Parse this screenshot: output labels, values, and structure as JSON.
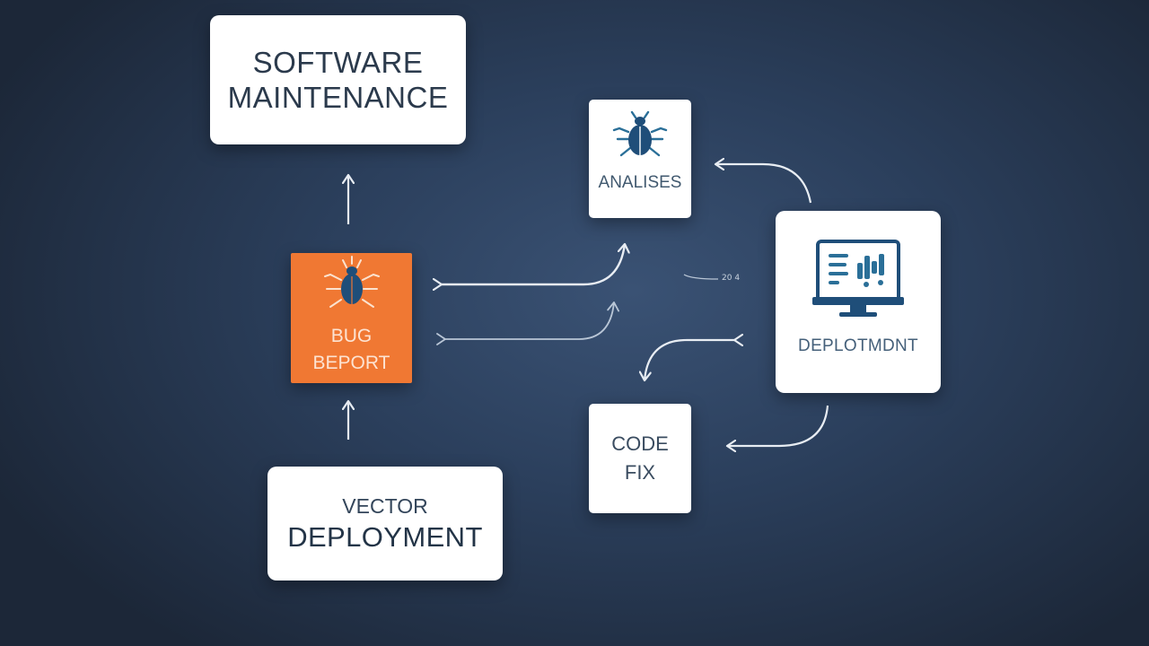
{
  "nodes": {
    "maintenance": {
      "line1": "SOFTWARE",
      "line2": "MAINTENANCE"
    },
    "analyses": {
      "label": "ANALISES",
      "icon": "bug-icon"
    },
    "bug_report": {
      "line1": "BUG",
      "line2": "BEPORT",
      "icon": "bug-icon"
    },
    "deployment": {
      "label": "DEPLOTMDNT",
      "icon": "monitor-icon"
    },
    "code_fix": {
      "line1": "CODE",
      "line2": "FIX"
    },
    "vector_deployment": {
      "line1": "VECTOR",
      "line2": "DEPLOYMENT"
    }
  },
  "stray_label": "20 4",
  "colors": {
    "background": "#2b3f5c",
    "card": "#ffffff",
    "bug_card": "#f07833",
    "icon_blue": "#2a6f98",
    "icon_navy": "#1f4e79",
    "arrow": "#e8edf3"
  }
}
